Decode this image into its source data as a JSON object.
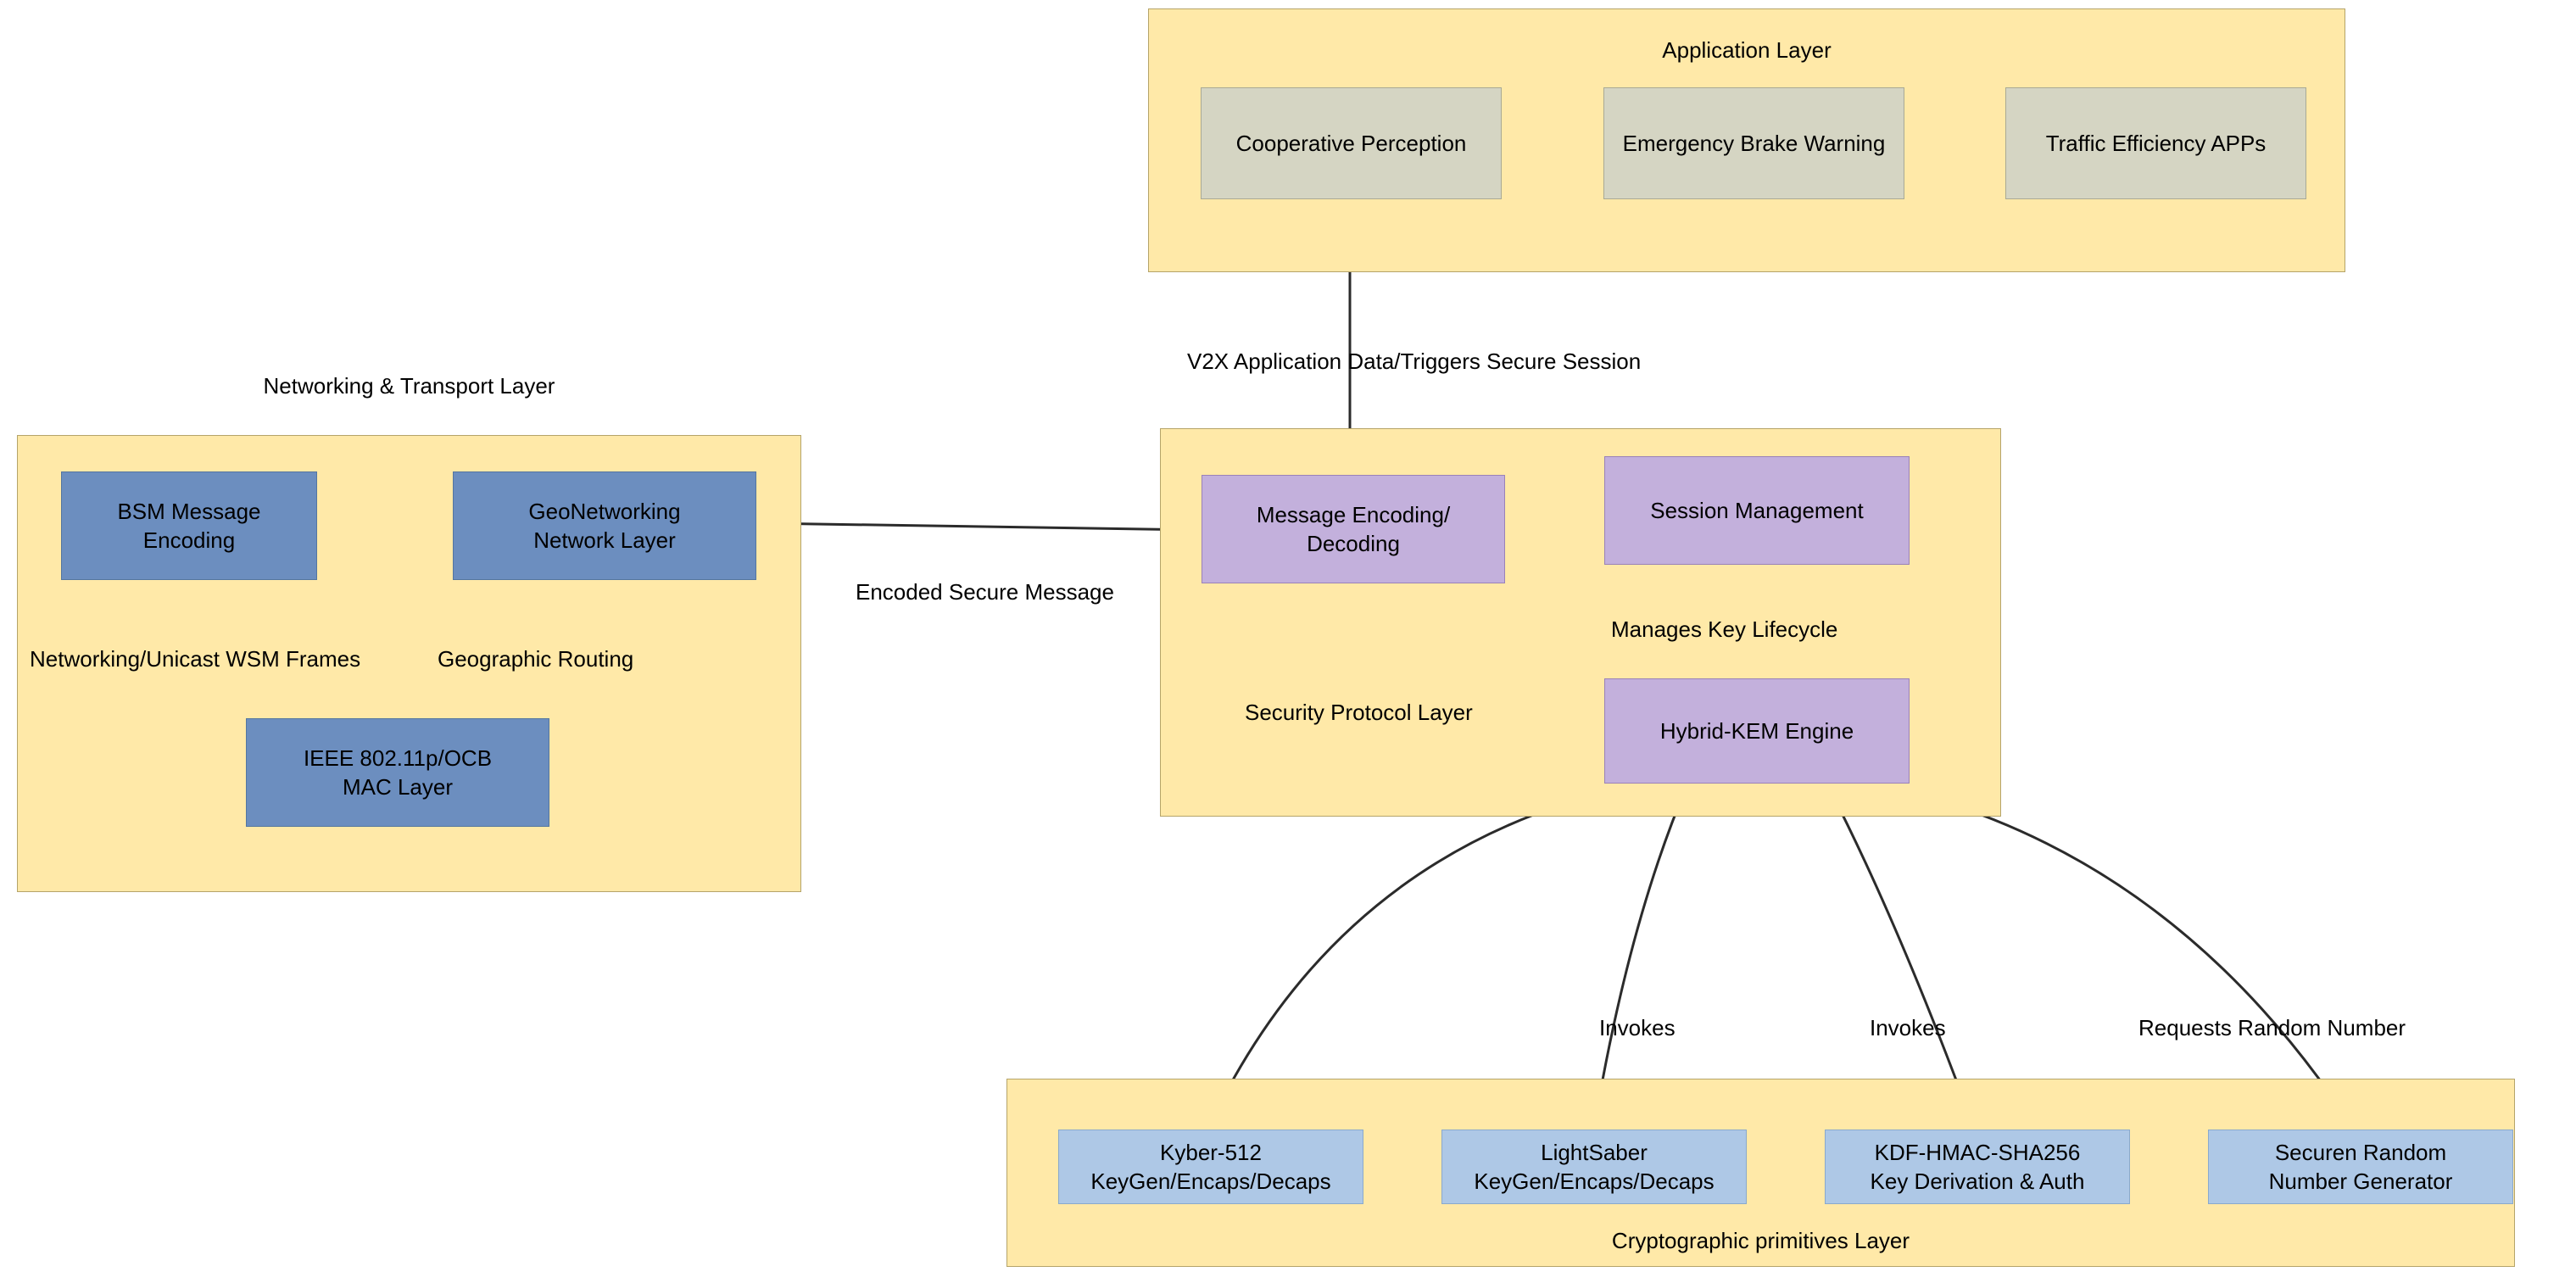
{
  "diagram": {
    "title": "V2X Hybrid Post-Quantum Security Architecture",
    "background": "#ffffff",
    "colors": {
      "layer_fill": "#ffe9a8",
      "layer_stroke": "#b5a469",
      "application_node_fill": "#d5d5c3",
      "networking_node_fill": "#6c8ebf",
      "security_node_fill": "#c3b0dc",
      "crypto_node_fill": "#aec8e6",
      "edge_stroke": "#2b2b2b",
      "text": "#000000"
    }
  },
  "layers": {
    "application": {
      "title": "Application Layer",
      "nodes": [
        {
          "label": "Cooperative Perception"
        },
        {
          "label": "Emergency Brake Warning"
        },
        {
          "label": "Traffic Efficiency APPs"
        }
      ]
    },
    "networking": {
      "title": "Networking & Transport Layer",
      "nodes": [
        {
          "line1": "BSM Message",
          "line2": "Encoding"
        },
        {
          "line1": "GeoNetworking",
          "line2": "Network Layer"
        },
        {
          "line1": "IEEE 802.11p/OCB",
          "line2": "MAC Layer"
        }
      ]
    },
    "security": {
      "title": "Security Protocol Layer",
      "nodes": [
        {
          "line1": "Message Encoding/",
          "line2": "Decoding"
        },
        {
          "line1": "Session Management",
          "line2": ""
        },
        {
          "line1": "Hybrid-KEM Engine",
          "line2": ""
        }
      ]
    },
    "cryptographic": {
      "title": "Cryptographic primitives Layer",
      "nodes": [
        {
          "line1": "Kyber-512",
          "line2": "KeyGen/Encaps/Decaps"
        },
        {
          "line1": "LightSaber",
          "line2": "KeyGen/Encaps/Decaps"
        },
        {
          "line1": "KDF-HMAC-SHA256",
          "line2": "Key Derivation & Auth"
        },
        {
          "line1": "Securen Random",
          "line2": "Number Generator"
        }
      ]
    }
  },
  "edge_labels": {
    "app_to_security": "V2X Application Data/Triggers Secure Session",
    "security_to_networking": "Encoded Secure Message",
    "session_to_kem": "Manages Key Lifecycle",
    "bsm_to_mac": "Networking/Unicast WSM Frames",
    "geo_to_mac": "Geographic  Routing",
    "kem_to_lightsaber": "Invokes",
    "kem_to_kdf": "Invokes",
    "kem_to_rng": "Requests Random Number"
  }
}
